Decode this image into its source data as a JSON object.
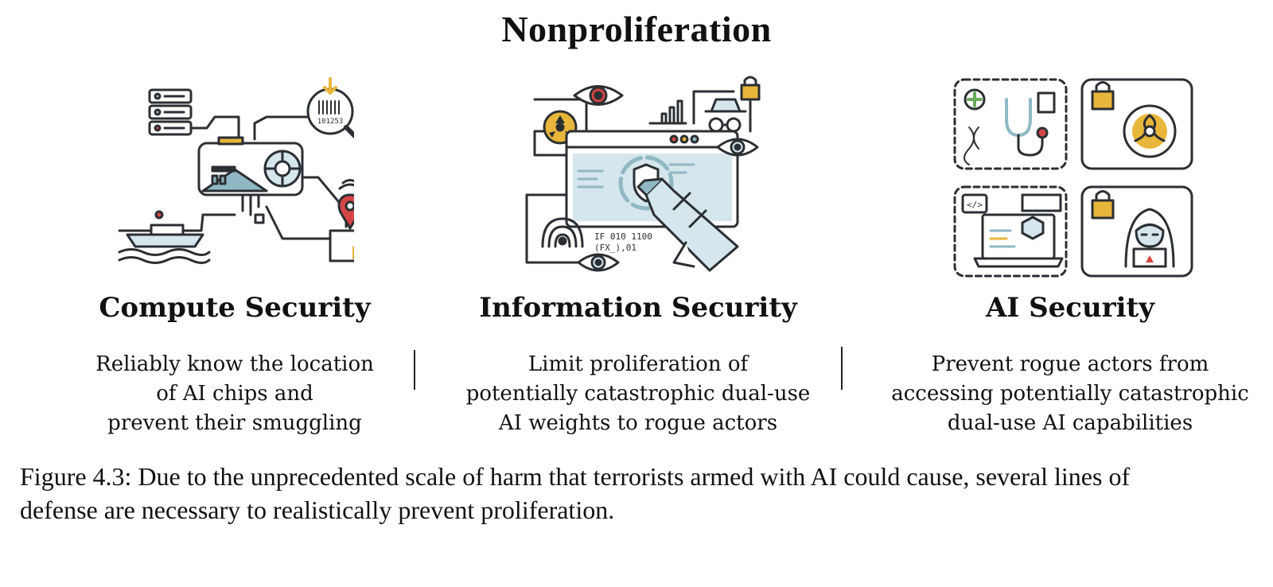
{
  "title": "Nonproliferation",
  "columns": [
    {
      "heading": "Compute Security",
      "description_lines": [
        "Reliably know the location",
        "of AI chips and",
        "prevent their smuggling"
      ],
      "icon": "gpu-chip-tracking-illustration",
      "illustration_text": "101253"
    },
    {
      "heading": "Information Security",
      "description_lines": [
        "Limit proliferation of",
        "potentially catastrophic dual-use",
        "AI weights to rogue actors"
      ],
      "icon": "secure-browser-robot-hand-illustration",
      "illustration_text_1": "IF 010 1100",
      "illustration_text_2": "(FX_),01"
    },
    {
      "heading": "AI Security",
      "description_lines": [
        "Prevent rogue actors from",
        "accessing potentially catastrophic",
        "dual-use AI capabilities"
      ],
      "icon": "locked-capabilities-grid-illustration",
      "illustration_text": "</>"
    }
  ],
  "caption_lines": [
    "Figure 4.3: Due to the unprecedented scale of harm that terrorists armed with AI could cause, several lines of",
    "defense are necessary to realistically prevent proliferation."
  ],
  "colors": {
    "ink": "#2b2f33",
    "accent_blue": "#8fb8c4",
    "light_blue": "#d5e6ec",
    "yellow": "#e8b63a",
    "red": "#d64545"
  }
}
